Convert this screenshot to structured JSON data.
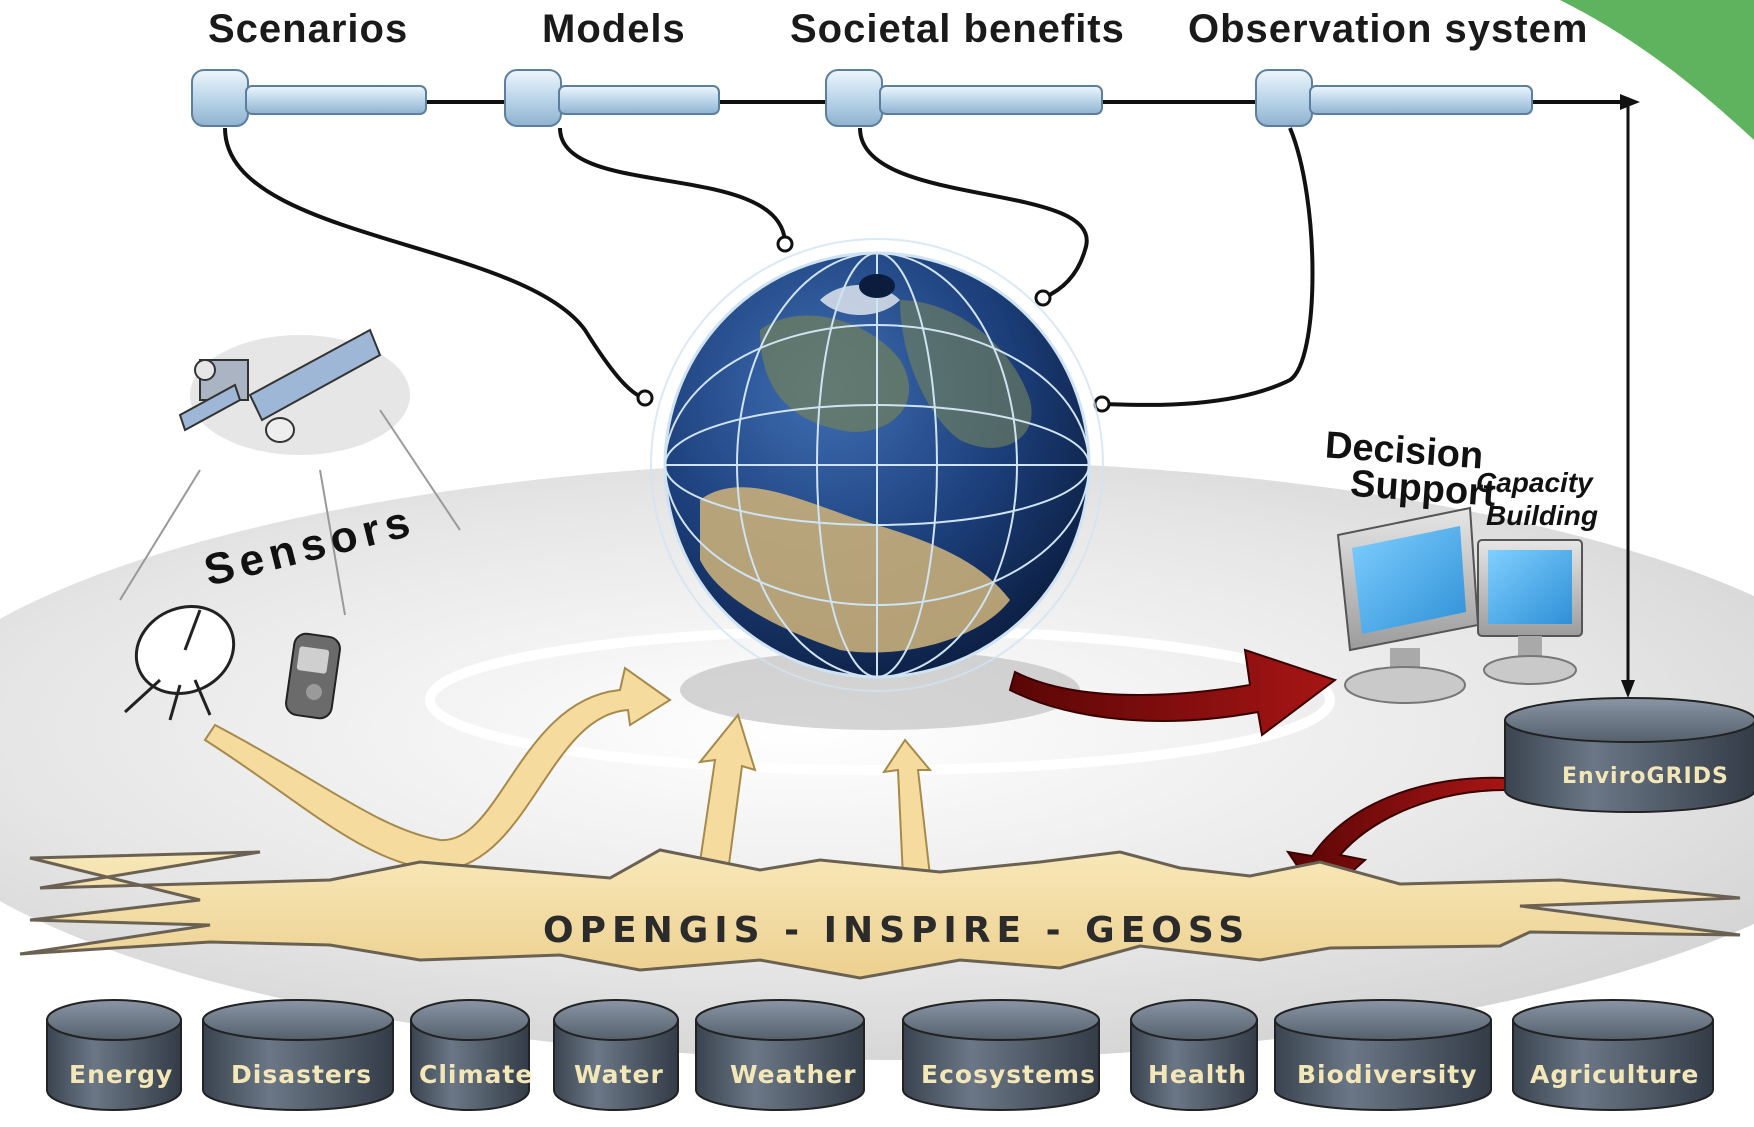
{
  "stages": [
    {
      "label": "Scenarios"
    },
    {
      "label": "Models"
    },
    {
      "label": "Societal benefits"
    },
    {
      "label": "Observation system"
    }
  ],
  "sensors_label": "Sensors",
  "decision_support": {
    "line1": "Decision",
    "line2": "Support"
  },
  "capacity_building": {
    "line1": "Capacity",
    "line2": "Building"
  },
  "envirogrids_label": "EnviroGRIDS",
  "banner_text": "OPENGIS - INSPIRE - GEOSS",
  "databases": [
    {
      "label": "Energy"
    },
    {
      "label": "Disasters"
    },
    {
      "label": "Climate"
    },
    {
      "label": "Water"
    },
    {
      "label": "Weather"
    },
    {
      "label": "Ecosystems"
    },
    {
      "label": "Health"
    },
    {
      "label": "Biodiversity"
    },
    {
      "label": "Agriculture"
    }
  ],
  "colors": {
    "pipe": "#cfe3f2",
    "db_body": "#4a5563",
    "db_text": "#f3e7b8",
    "yellow_arrow": "#f5dc9e",
    "red_arrow": "#8e0f0f",
    "globe_ocean": "#1b3d78",
    "globe_land": "#c8ae7a",
    "corner_accent": "#5fb35f"
  }
}
